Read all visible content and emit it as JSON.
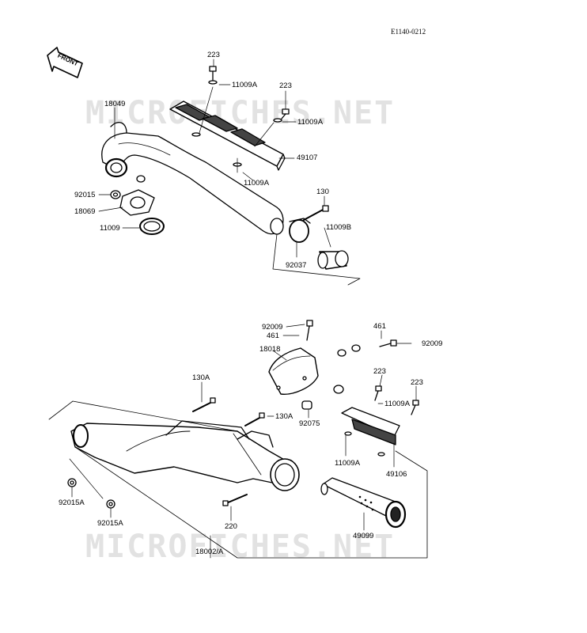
{
  "diagram_code": "E1140-0212",
  "front_label": "FRONT",
  "watermark": "MICROFICHES.NET",
  "upper": {
    "223_a": "223",
    "11009A_a": "11009A",
    "223_b": "223",
    "11009A_b": "11009A",
    "18049": "18049",
    "49107": "49107",
    "11009A_c": "11009A",
    "92015": "92015",
    "18069": "18069",
    "11009": "11009",
    "130": "130",
    "11009B": "11009B",
    "92037": "92037"
  },
  "lower": {
    "92009_a": "92009",
    "461_a": "461",
    "18018": "18018",
    "461_b": "461",
    "92009_b": "92009",
    "130A_a": "130A",
    "130A_b": "130A",
    "92075": "92075",
    "223_c": "223",
    "223_d": "223",
    "11009A_d": "11009A",
    "11009A_e": "11009A",
    "49106": "49106",
    "92015A_a": "92015A",
    "92015A_b": "92015A",
    "220": "220",
    "49099": "49099",
    "18002A": "18002/A"
  }
}
